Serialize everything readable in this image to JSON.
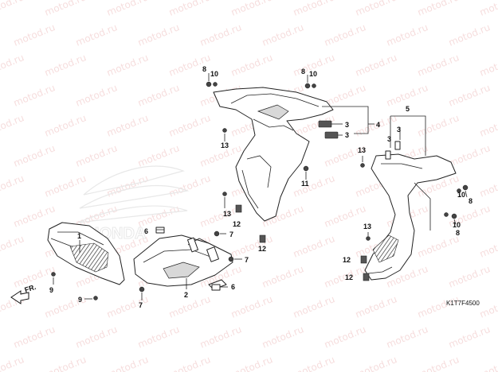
{
  "watermark": "motod.ru",
  "diagram_code": "K1T7F4500",
  "direction_label": "FR.",
  "callouts": {
    "c1": "1",
    "c2": "2",
    "c3a": "3",
    "c3b": "3",
    "c3c": "3",
    "c3d": "3",
    "c4": "4",
    "c5": "5",
    "c6a": "6",
    "c6b": "6",
    "c7a": "7",
    "c7b": "7",
    "c7c": "7",
    "c8a": "8",
    "c8b": "8",
    "c8c": "8",
    "c8d": "8",
    "c9a": "9",
    "c9b": "9",
    "c10a": "10",
    "c10b": "10",
    "c10c": "10",
    "c10d": "10",
    "c11": "11",
    "c12a": "12",
    "c12b": "12",
    "c12c": "12",
    "c12d": "12",
    "c13a": "13",
    "c13b": "13",
    "c13c": "13",
    "c13d": "13"
  }
}
